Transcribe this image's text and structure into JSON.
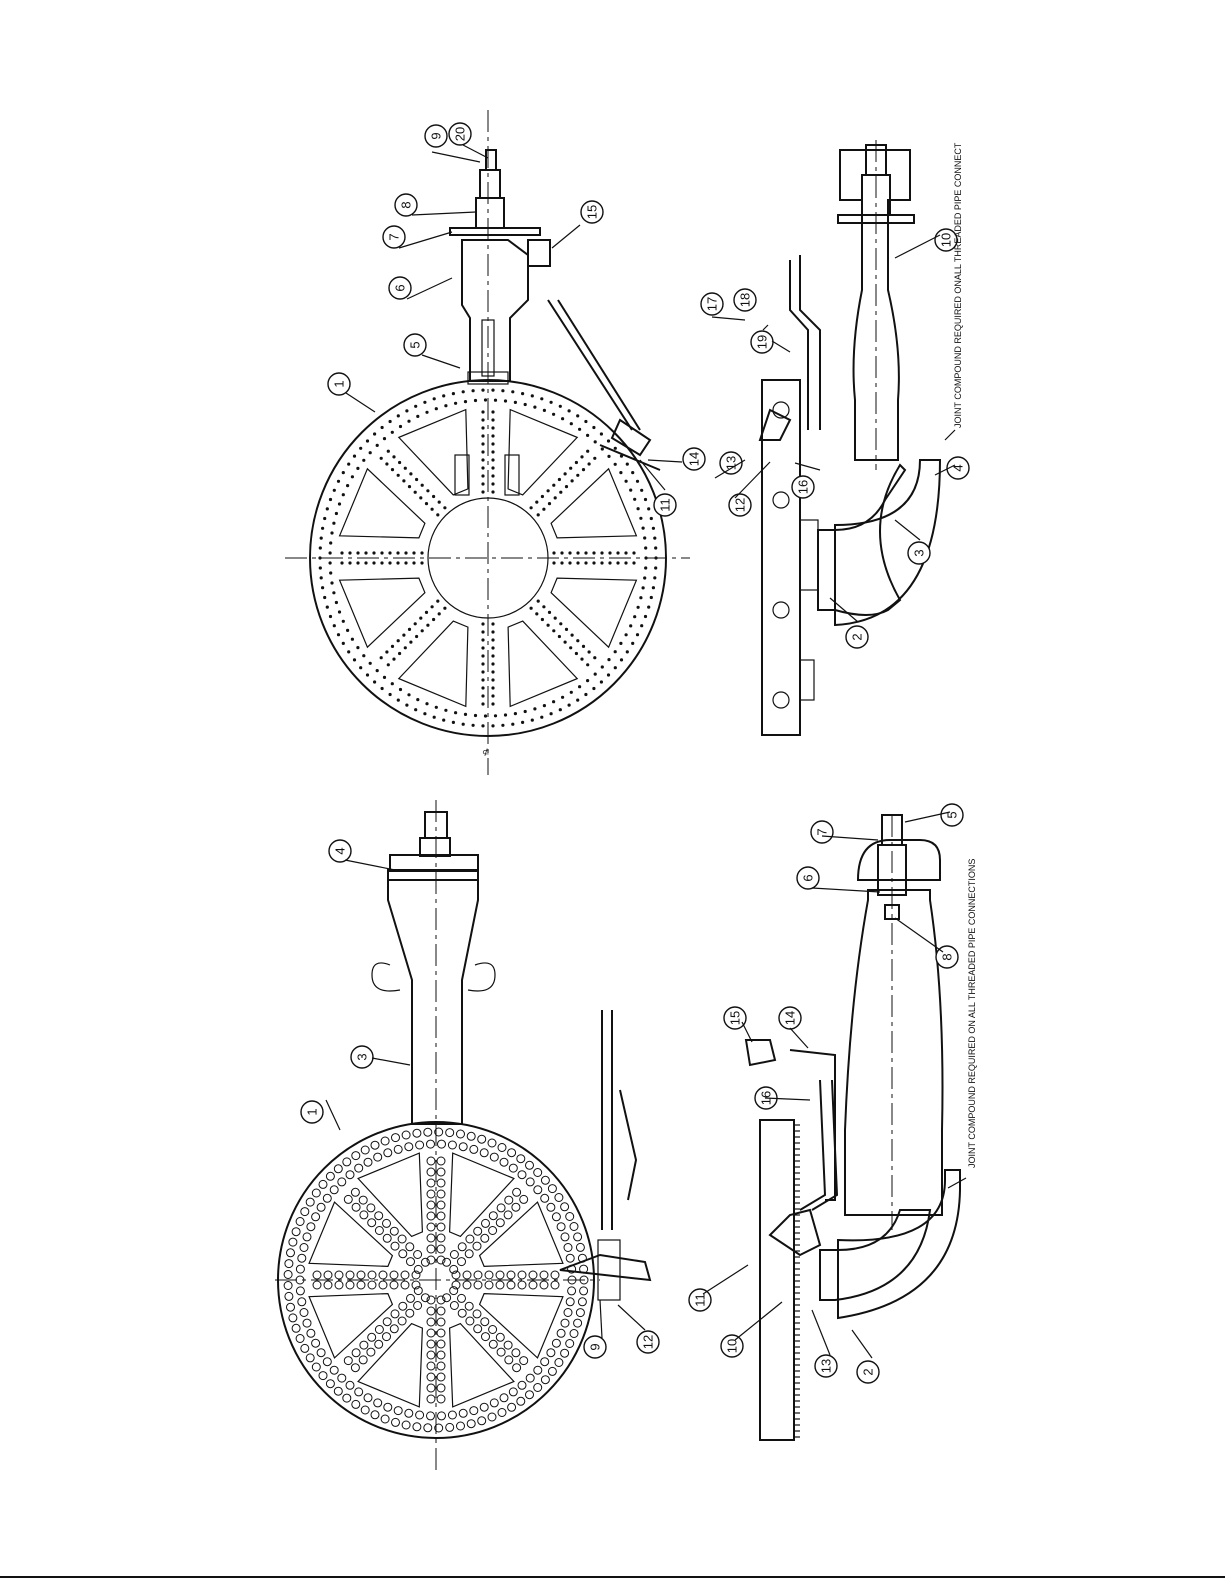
{
  "notes": {
    "upper": "JOINT COMPOUND REQUIRED ONALL THREADED PIPE CONNECT",
    "lower": "JOINT COMPOUND REQUIRED ON ALL THREADED PIPE CONNECTIONS"
  },
  "centerline_mark": "⊄",
  "callouts": {
    "upper_plan": [
      "1",
      "5",
      "6",
      "7",
      "8",
      "9",
      "20",
      "15",
      "14",
      "11"
    ],
    "upper_section": [
      "2",
      "3",
      "4",
      "10",
      "12",
      "13",
      "16",
      "17",
      "18",
      "19"
    ],
    "lower_plan": [
      "1",
      "3",
      "4",
      "9",
      "12"
    ],
    "lower_section": [
      "2",
      "5",
      "6",
      "7",
      "8",
      "10",
      "11",
      "13",
      "14",
      "15",
      "16"
    ]
  },
  "colors": {
    "ink": "#111111",
    "paper": "#ffffff"
  }
}
